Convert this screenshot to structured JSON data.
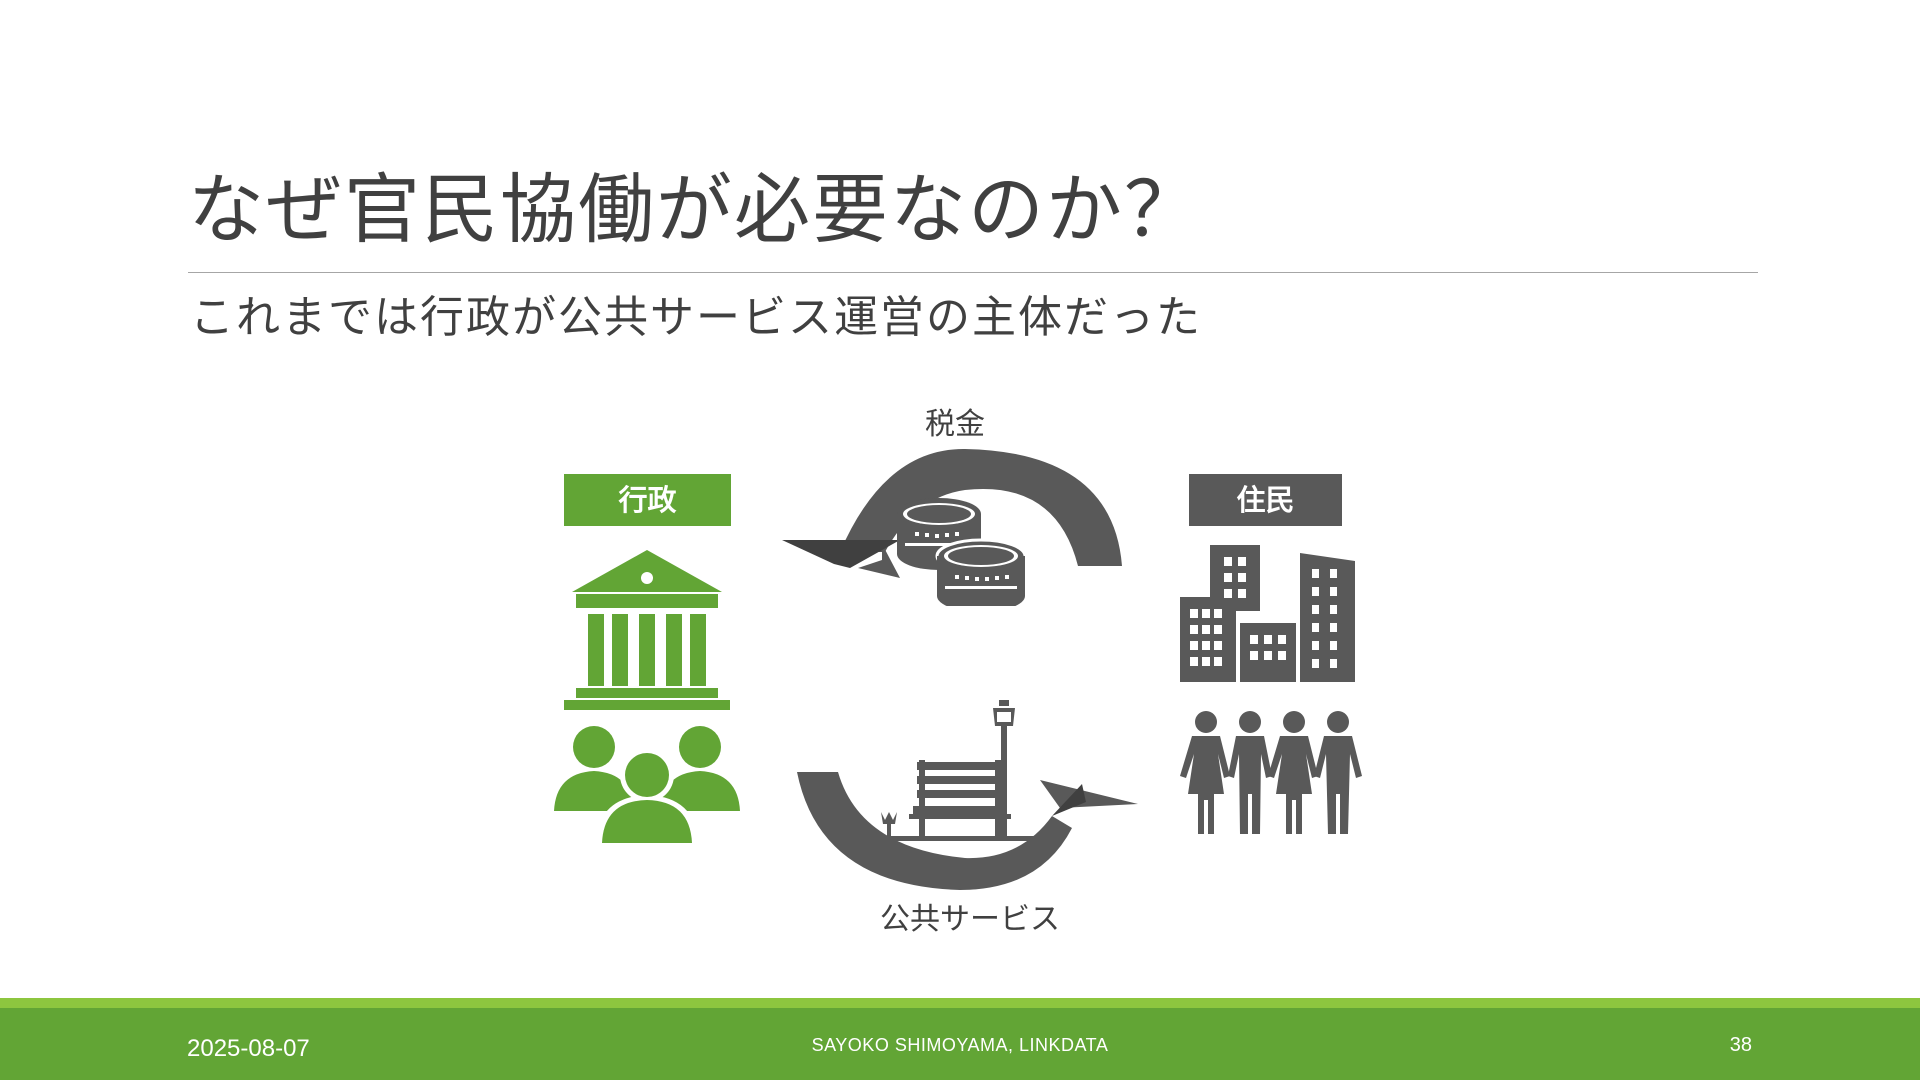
{
  "slide": {
    "title": "なぜ官民協働が必要なのか？",
    "subtitle": "これまでは行政が公共サービス運営の主体だった"
  },
  "diagram": {
    "top_flow_label": "税金",
    "bottom_flow_label": "公共サービス",
    "left_actor_label": "行政",
    "right_actor_label": "住民",
    "icons": [
      "government-building-icon",
      "people-group-icon",
      "coins-icon",
      "park-bench-icon",
      "city-buildings-icon",
      "citizens-icon",
      "arrow-icon"
    ],
    "colors": {
      "green": "#62a535",
      "gray": "#595959",
      "light_green": "#8dc63f"
    }
  },
  "footer": {
    "date": "2025-08-07",
    "author": "SAYOKO SHIMOYAMA, LINKDATA",
    "page_number": "38"
  }
}
